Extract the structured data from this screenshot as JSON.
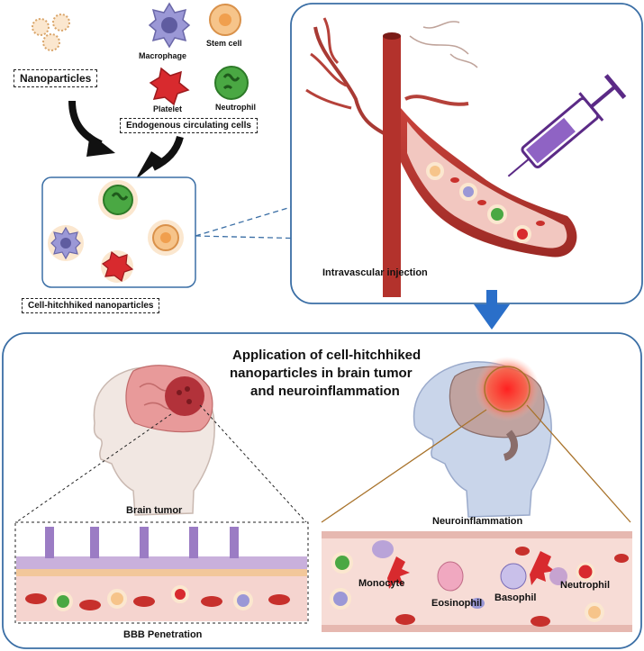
{
  "labels": {
    "nanoparticles": "Nanoparticles",
    "macrophage": "Macrophage",
    "stem_cell": "Stem cell",
    "platelet": "Platelet",
    "neutrophil": "Neutrophil",
    "endogenous": "Endogenous circulating cells",
    "cell_hitchhiked": "Cell-hitchhiked nanoparticles",
    "intravascular": "Intravascular injection",
    "application_title_1": "Application of cell-hitchhiked",
    "application_title_2": "nanoparticles in brain tumor",
    "application_title_3": "and neuroinflammation",
    "brain_tumor": "Brain tumor",
    "bbb_penetration": "BBB Penetration",
    "neuroinflammation": "Neuroinflammation",
    "monocyte": "Monocyte",
    "eosinophil": "Eosinophil",
    "basophil": "Basophil",
    "neutrophil_2": "Neutrophil"
  },
  "colors": {
    "vessel": "#b5312c",
    "vessel_light": "#f2c7c0",
    "panel_border": "#3a6ea5",
    "arrow_blue": "#2a6fc9",
    "macrophage": "#8a88c9",
    "stem_cell": "#f3b56b",
    "platelet": "#d4262b",
    "neutrophil": "#3f9a3a",
    "brain": "#e89a9a",
    "tumor": "#b2323a",
    "inflammation": "#ff3b30",
    "skin_left": "#f1e7e2",
    "skin_right": "#c9d5ea",
    "bbb_purple": "#a48ac9",
    "bbb_orange": "#f2c79a"
  },
  "icons": [
    "nanoparticle-icon",
    "macrophage-icon",
    "stem-cell-icon",
    "platelet-icon",
    "neutrophil-icon",
    "syringe-icon",
    "blood-vessel-icon",
    "head-brain-icon",
    "down-arrow-icon"
  ]
}
